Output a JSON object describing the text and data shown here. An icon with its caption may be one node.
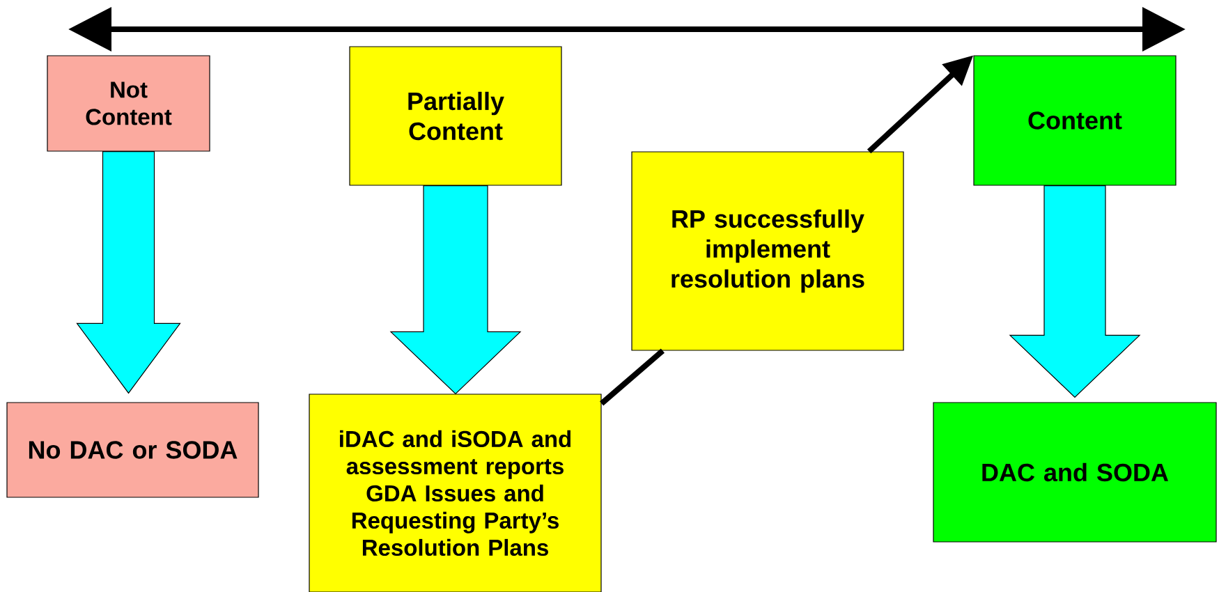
{
  "diagram": {
    "nodes": [
      {
        "text": [
          "Not Content"
        ]
      },
      {
        "text": [
          "Partially Content"
        ]
      },
      {
        "text": [
          "Content"
        ]
      },
      {
        "text": [
          "No DAC or SODA"
        ]
      },
      {
        "text": [
          "iDAC and iSODA and assessment reports GDA Issues and Requesting Party’s Resolution Plans"
        ]
      },
      {
        "text": [
          "RP successfully implement resolution plans"
        ]
      },
      {
        "text": [
          "DAC and SODA"
        ]
      }
    ],
    "edges": [
      {
        "from": 0,
        "to": 3,
        "arrow": "to",
        "style": "thick"
      },
      {
        "from": 1,
        "to": 4,
        "arrow": "to",
        "style": "thick"
      },
      {
        "from": 2,
        "to": 6,
        "arrow": "to",
        "style": "thick"
      },
      {
        "from": 4,
        "to": 5,
        "arrow": "none",
        "color": "#000000"
      },
      {
        "from": 5,
        "to": 2,
        "arrow": "to",
        "color": "#000000"
      }
    ]
  }
}
